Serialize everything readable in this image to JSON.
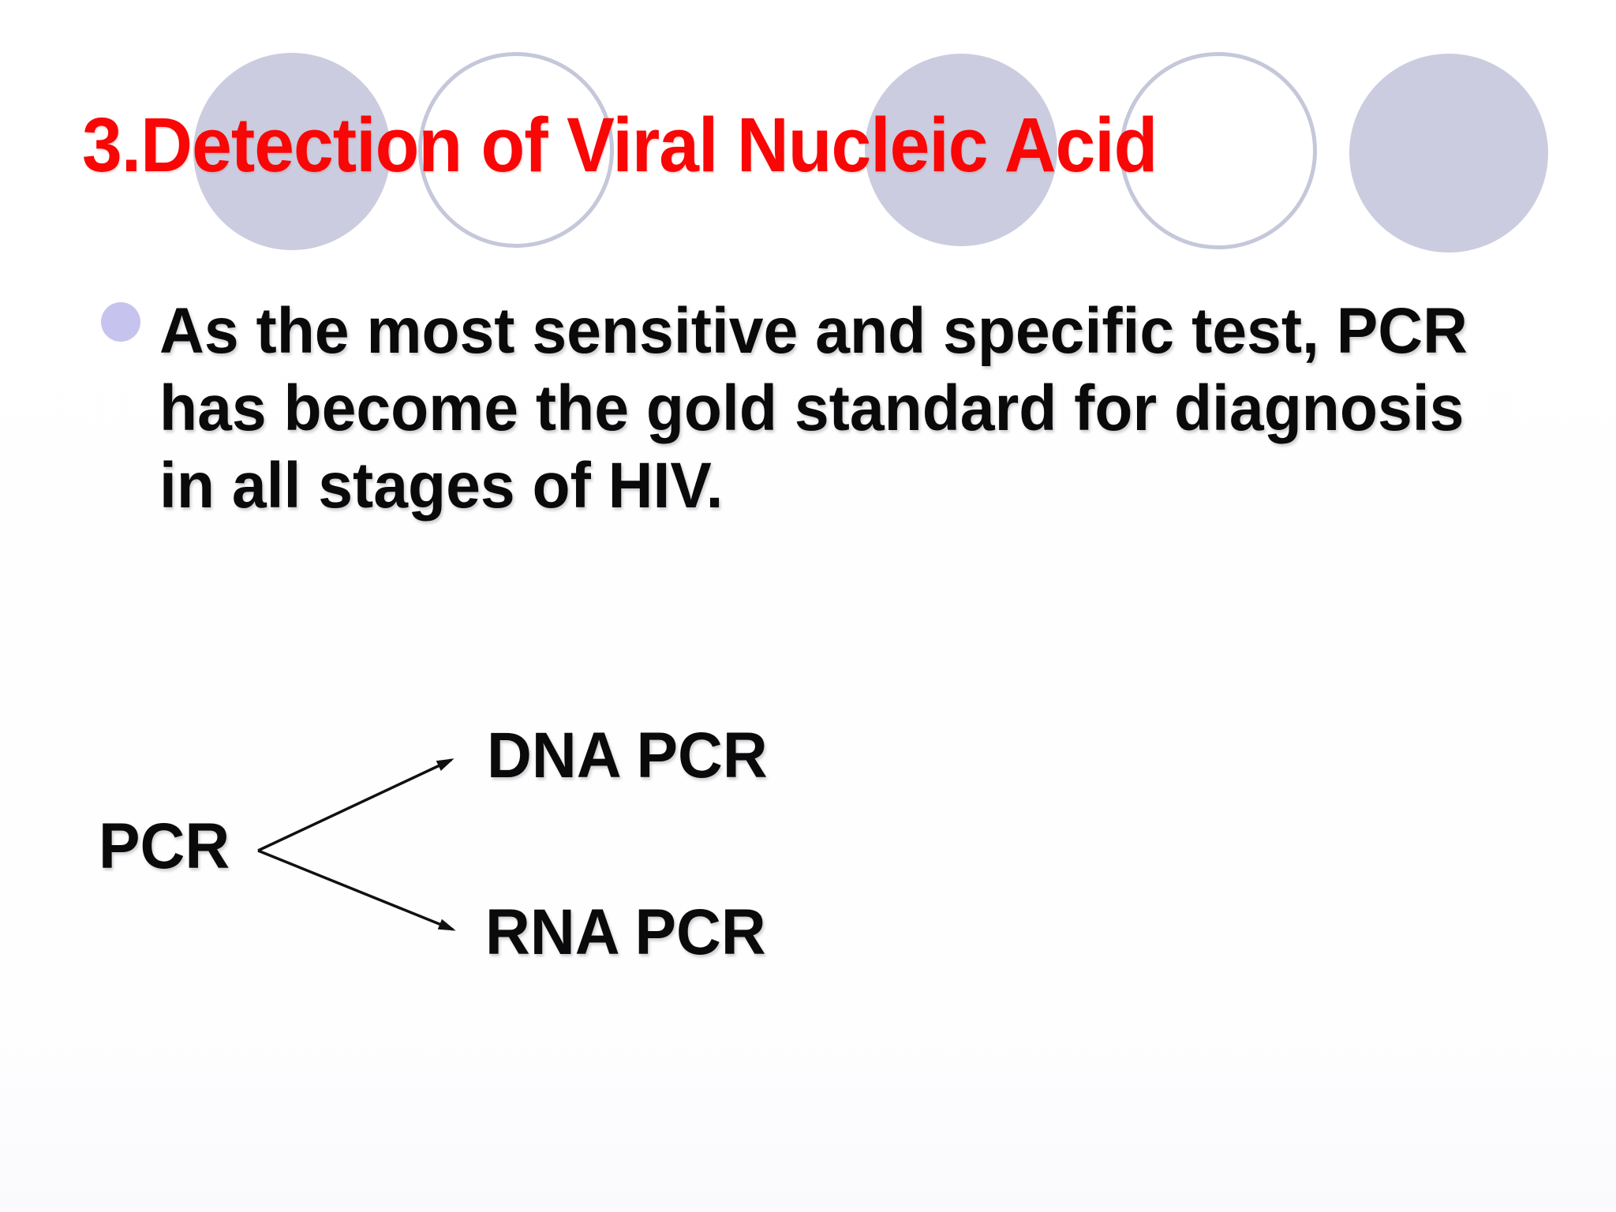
{
  "slide": {
    "title": "3.Detection of Viral Nucleic Acid",
    "bullet": {
      "lines": [
        "As the most sensitive and specific test, PCR",
        "has become the gold standard for diagnosis",
        "in all stages of HIV."
      ]
    },
    "diagram": {
      "root_label": "PCR",
      "branch_top": "DNA PCR",
      "branch_bottom": "RNA PCR"
    },
    "colors": {
      "title_red": "#f90606",
      "body_black": "#0a0a0a",
      "circle_fill": "#cbccdf",
      "circle_outline_stroke": "#c5c7da",
      "bullet_lavender": "#c6c3ef",
      "background": "#ffffff"
    }
  }
}
